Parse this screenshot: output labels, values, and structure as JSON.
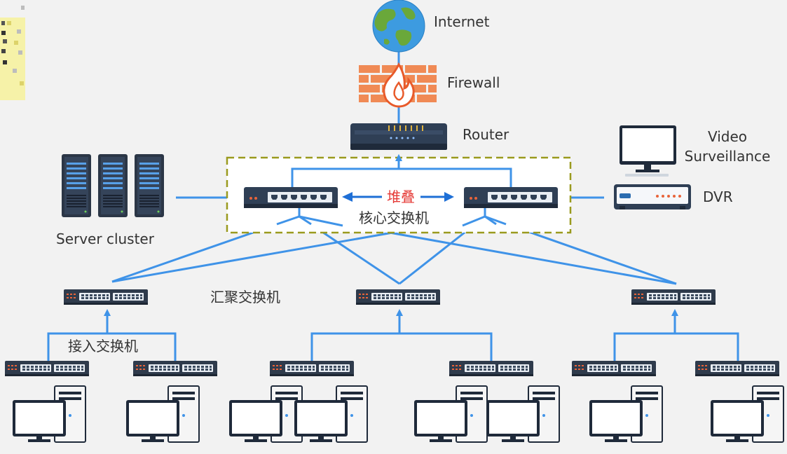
{
  "labels": {
    "internet": "Internet",
    "firewall": "Firewall",
    "router": "Router",
    "video_line1": "Video",
    "video_line2": "Surveillance",
    "dvr": "DVR",
    "server_cluster": "Server cluster",
    "stack": "堆叠",
    "core_switch": "核心交换机",
    "aggregation_switch": "汇聚交换机",
    "access_switch": "接入交换机"
  },
  "colors": {
    "link": "#3f93e8",
    "stack_arrow": "#1e6fd6",
    "core_box_border": "#9a9a1e",
    "firewall": "#f08a55",
    "device_dark": "#2f3f55",
    "stack_text": "#e53935"
  }
}
